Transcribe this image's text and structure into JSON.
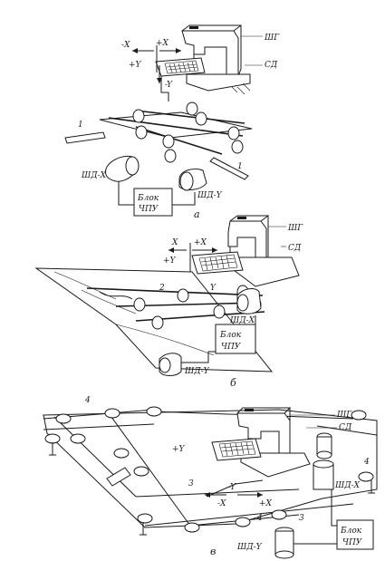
{
  "diagram_a": {
    "caption": "а",
    "machine": "ШГ",
    "table": "СД",
    "minus_x": "-Х",
    "plus_x": "+Х",
    "plus_y": "+Y",
    "minus_y": "-Y",
    "part_1_left": "1",
    "part_1_right": "1",
    "motor_x": "ШД-Х",
    "motor_y": "ШД-Y",
    "cnc_line1": "Блок",
    "cnc_line2": "ЧПУ"
  },
  "diagram_b": {
    "caption": "б",
    "machine": "ШГ",
    "table": "СД",
    "x_left": "Х",
    "plus_x": "+Х",
    "plus_y": "+Y",
    "y_label": "Y",
    "part_2": "2",
    "motor_x": "ШД-Х",
    "motor_y": "ШД-Y",
    "cnc_line1": "Блок",
    "cnc_line2": "ЧПУ"
  },
  "diagram_v": {
    "caption": "в",
    "machine": "ШГ",
    "table": "СД",
    "part_4_top": "4",
    "part_4_right": "4",
    "part_4_bottom": "4",
    "part_3_mid": "3",
    "part_3_right": "3",
    "plus_y": "+Y",
    "minus_y": "-Y",
    "minus_x": "-Х",
    "plus_x": "+Х",
    "motor_x": "ШД-Х",
    "motor_y": "ШД-Y",
    "cnc_line1": "Блок",
    "cnc_line2": "ЧПУ"
  }
}
